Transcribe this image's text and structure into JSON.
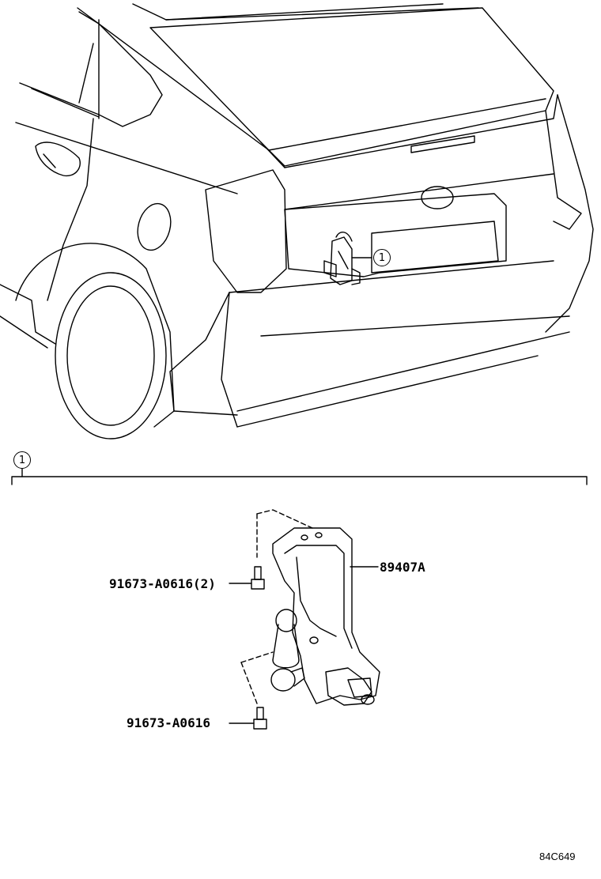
{
  "callouts": {
    "car_ref": "1",
    "section_ref": "1"
  },
  "parts": {
    "bolt_upper": "91673-A0616(2)",
    "bolt_lower": "91673-A0616",
    "sensor": "89407A"
  },
  "catalog_code": "84C649"
}
